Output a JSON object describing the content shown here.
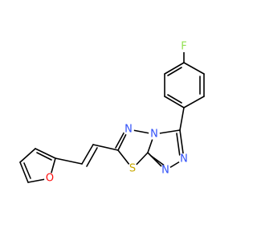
{
  "molecule": {
    "atoms": {
      "fluorine": "F",
      "n_triazole_a": "N",
      "n_triazole_b": "N",
      "n_triazole_c": "N",
      "n_thiadiazole": "N",
      "sulfur": "S",
      "oxygen_furan": "O"
    },
    "colors": {
      "F": "#90e050",
      "N": "#3050f8",
      "S": "#c8a800",
      "O": "#ff0d0d",
      "bond": "#000000"
    }
  }
}
